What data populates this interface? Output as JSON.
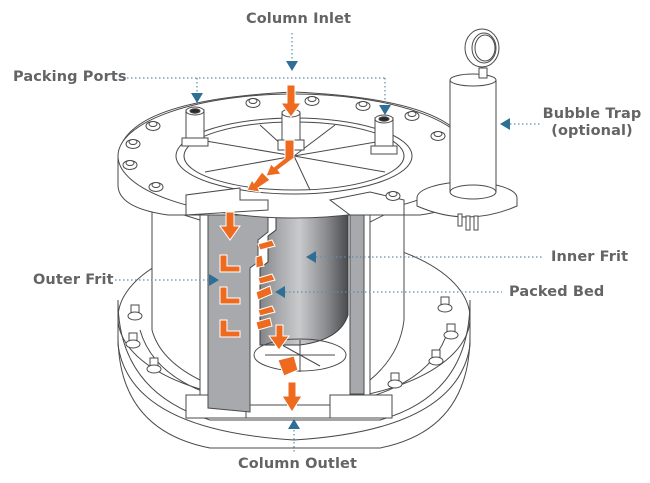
{
  "diagram": {
    "subject": "Chromatography column cutaway",
    "colors": {
      "label_text": "#636466",
      "leader_line": "#5b8fb0",
      "leader_arrow": "#2f6f96",
      "flow_arrow": "#ee6a1f",
      "outline": "#4a4a4a",
      "frit_gray": "#a7a9ac"
    },
    "labels": {
      "column_inlet": "Column Inlet",
      "packing_ports": "Packing Ports",
      "bubble_trap": "Bubble Trap",
      "bubble_trap_note": "(optional)",
      "inner_frit": "Inner Frit",
      "outer_frit": "Outer Frit",
      "packed_bed": "Packed Bed",
      "column_outlet": "Column Outlet"
    },
    "icons": {
      "leader_arrow": "triangle-pointer",
      "flow_arrow": "orange-flow-arrow"
    }
  }
}
